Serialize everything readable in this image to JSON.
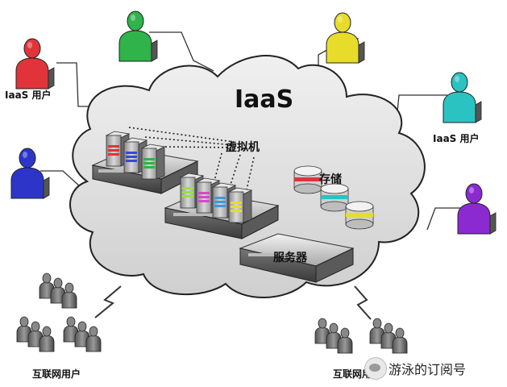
{
  "cloud": {
    "title": "IaaS",
    "fill": "#dcdcdc"
  },
  "labels": {
    "vm": "虚拟机",
    "storage": "存储",
    "server": "服务器",
    "iaas_user_left": "IaaS 用户",
    "iaas_user_right": "IaaS 用户",
    "internet_user_left": "互联网用户",
    "internet_user_right": "互联网用户"
  },
  "watermark": {
    "text": "游泳的订阅号"
  },
  "users": [
    {
      "name": "red-user",
      "color": "#e0343a"
    },
    {
      "name": "green-user",
      "color": "#2fb34a"
    },
    {
      "name": "yellow-user",
      "color": "#e8dc2a"
    },
    {
      "name": "cyan-user",
      "color": "#2bc2c2"
    },
    {
      "name": "blue-user",
      "color": "#2d35c9"
    },
    {
      "name": "purple-user",
      "color": "#8a2ad0"
    }
  ],
  "vm_colors": [
    "#e0343a",
    "#3a46d8",
    "#2fb34a",
    "#9ee03a",
    "#d848c8",
    "#3a9ae0",
    "#e8dc2a"
  ],
  "disk_colors": [
    "#e0343a",
    "#2bc2c2",
    "#e8dc2a"
  ]
}
